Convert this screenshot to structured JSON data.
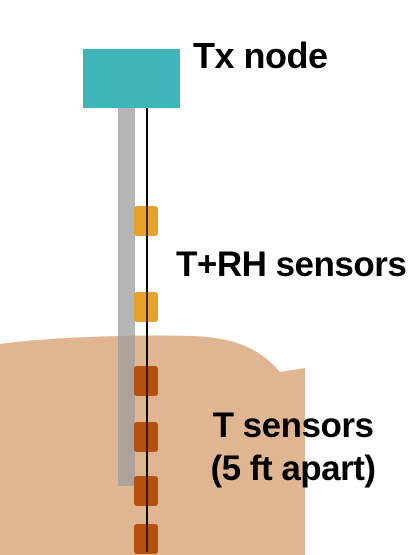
{
  "labels": {
    "tx_node": "Tx node",
    "trh_sensors": "T+RH sensors",
    "t_sensors_line1": "T sensors",
    "t_sensors_line2": "(5 ft apart)"
  },
  "colors": {
    "tx_node": "#3fb5b9",
    "pole": "#b5b5b5",
    "soil": "#e0b591",
    "trh_sensor": "#e6a12d",
    "t_sensor": "#b5500f",
    "cable": "#000000",
    "text": "#000000"
  },
  "sensors": {
    "trh_count": 2,
    "t_count": 4
  }
}
